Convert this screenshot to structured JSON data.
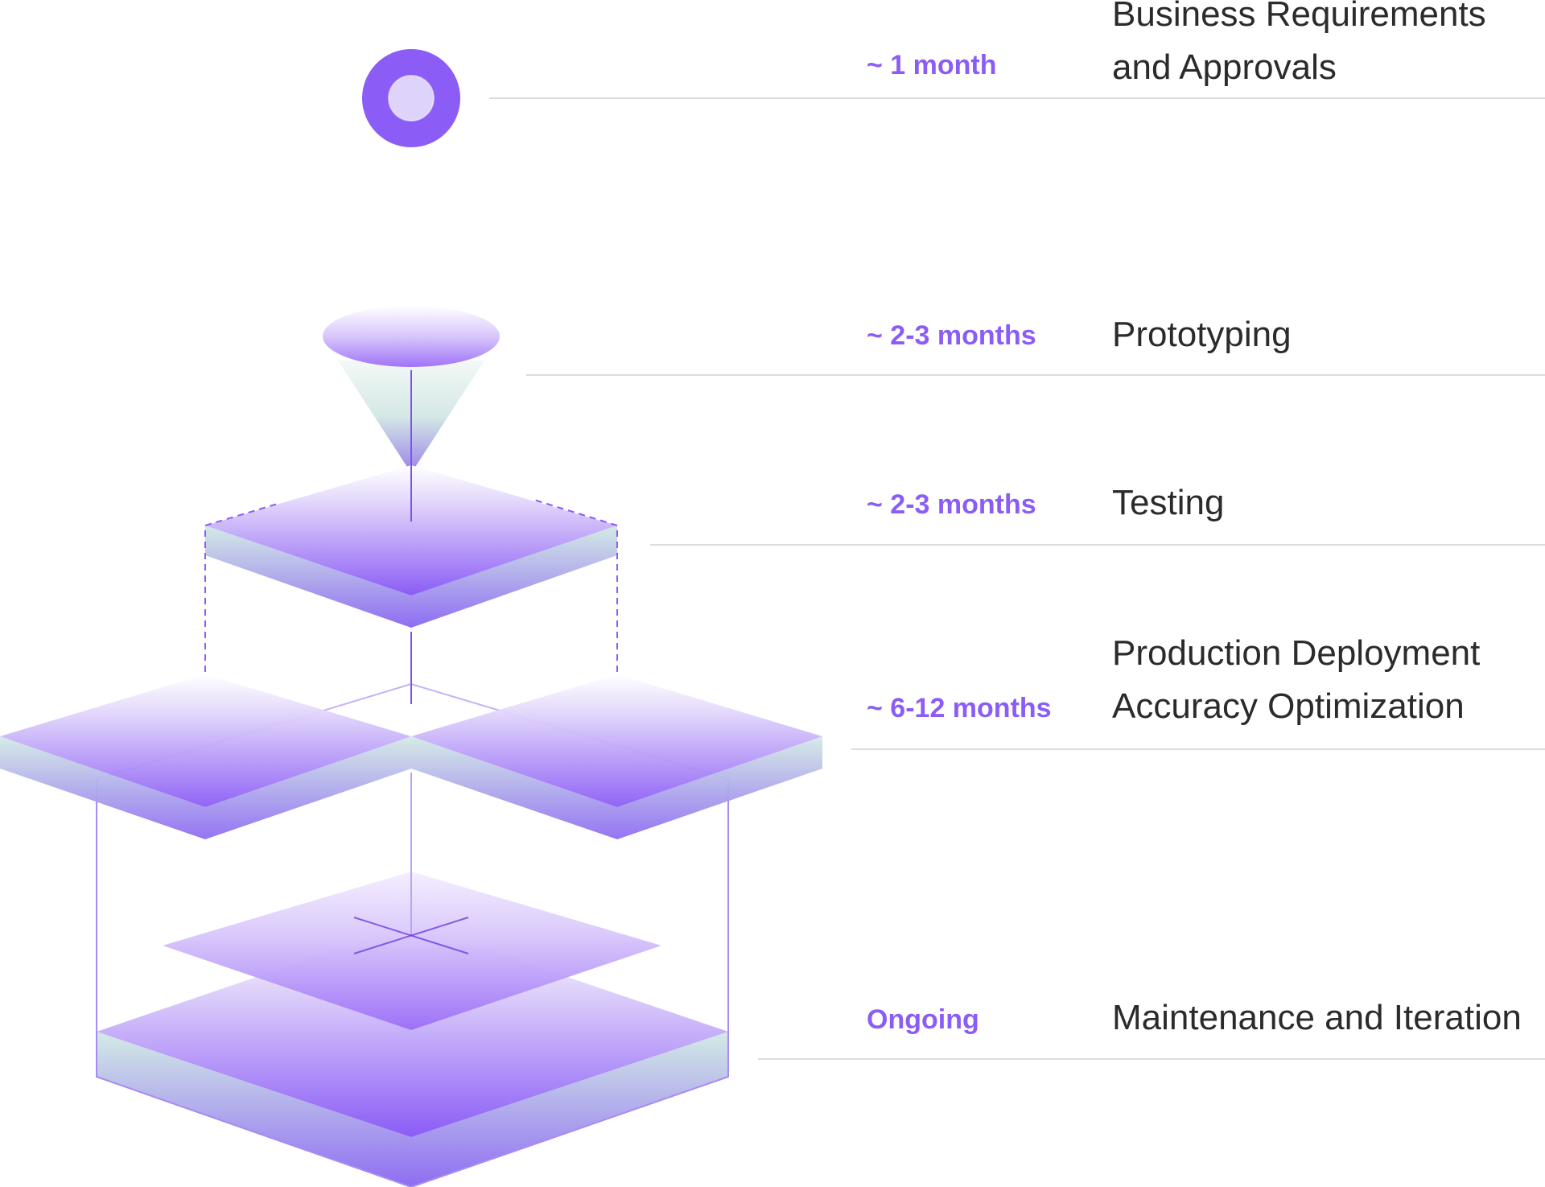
{
  "colors": {
    "accent": "#8b5cf6",
    "text": "#2b2b2b",
    "rule": "#dcdcdc",
    "layer_light": "#e9defc",
    "layer_dark": "#8b5cf6",
    "teal": "#cfe7e1"
  },
  "phases": [
    {
      "duration": "~ 1 month",
      "title_lines": [
        "Business Requirements",
        "and Approvals"
      ]
    },
    {
      "duration": "~ 2-3 months",
      "title_lines": [
        "Prototyping"
      ]
    },
    {
      "duration": "~ 2-3 months",
      "title_lines": [
        "Testing"
      ]
    },
    {
      "duration": "~ 6-12 months",
      "title_lines": [
        "Production Deployment",
        "Accuracy Optimization"
      ]
    },
    {
      "duration": "Ongoing",
      "title_lines": [
        "Maintenance and Iteration"
      ]
    }
  ]
}
